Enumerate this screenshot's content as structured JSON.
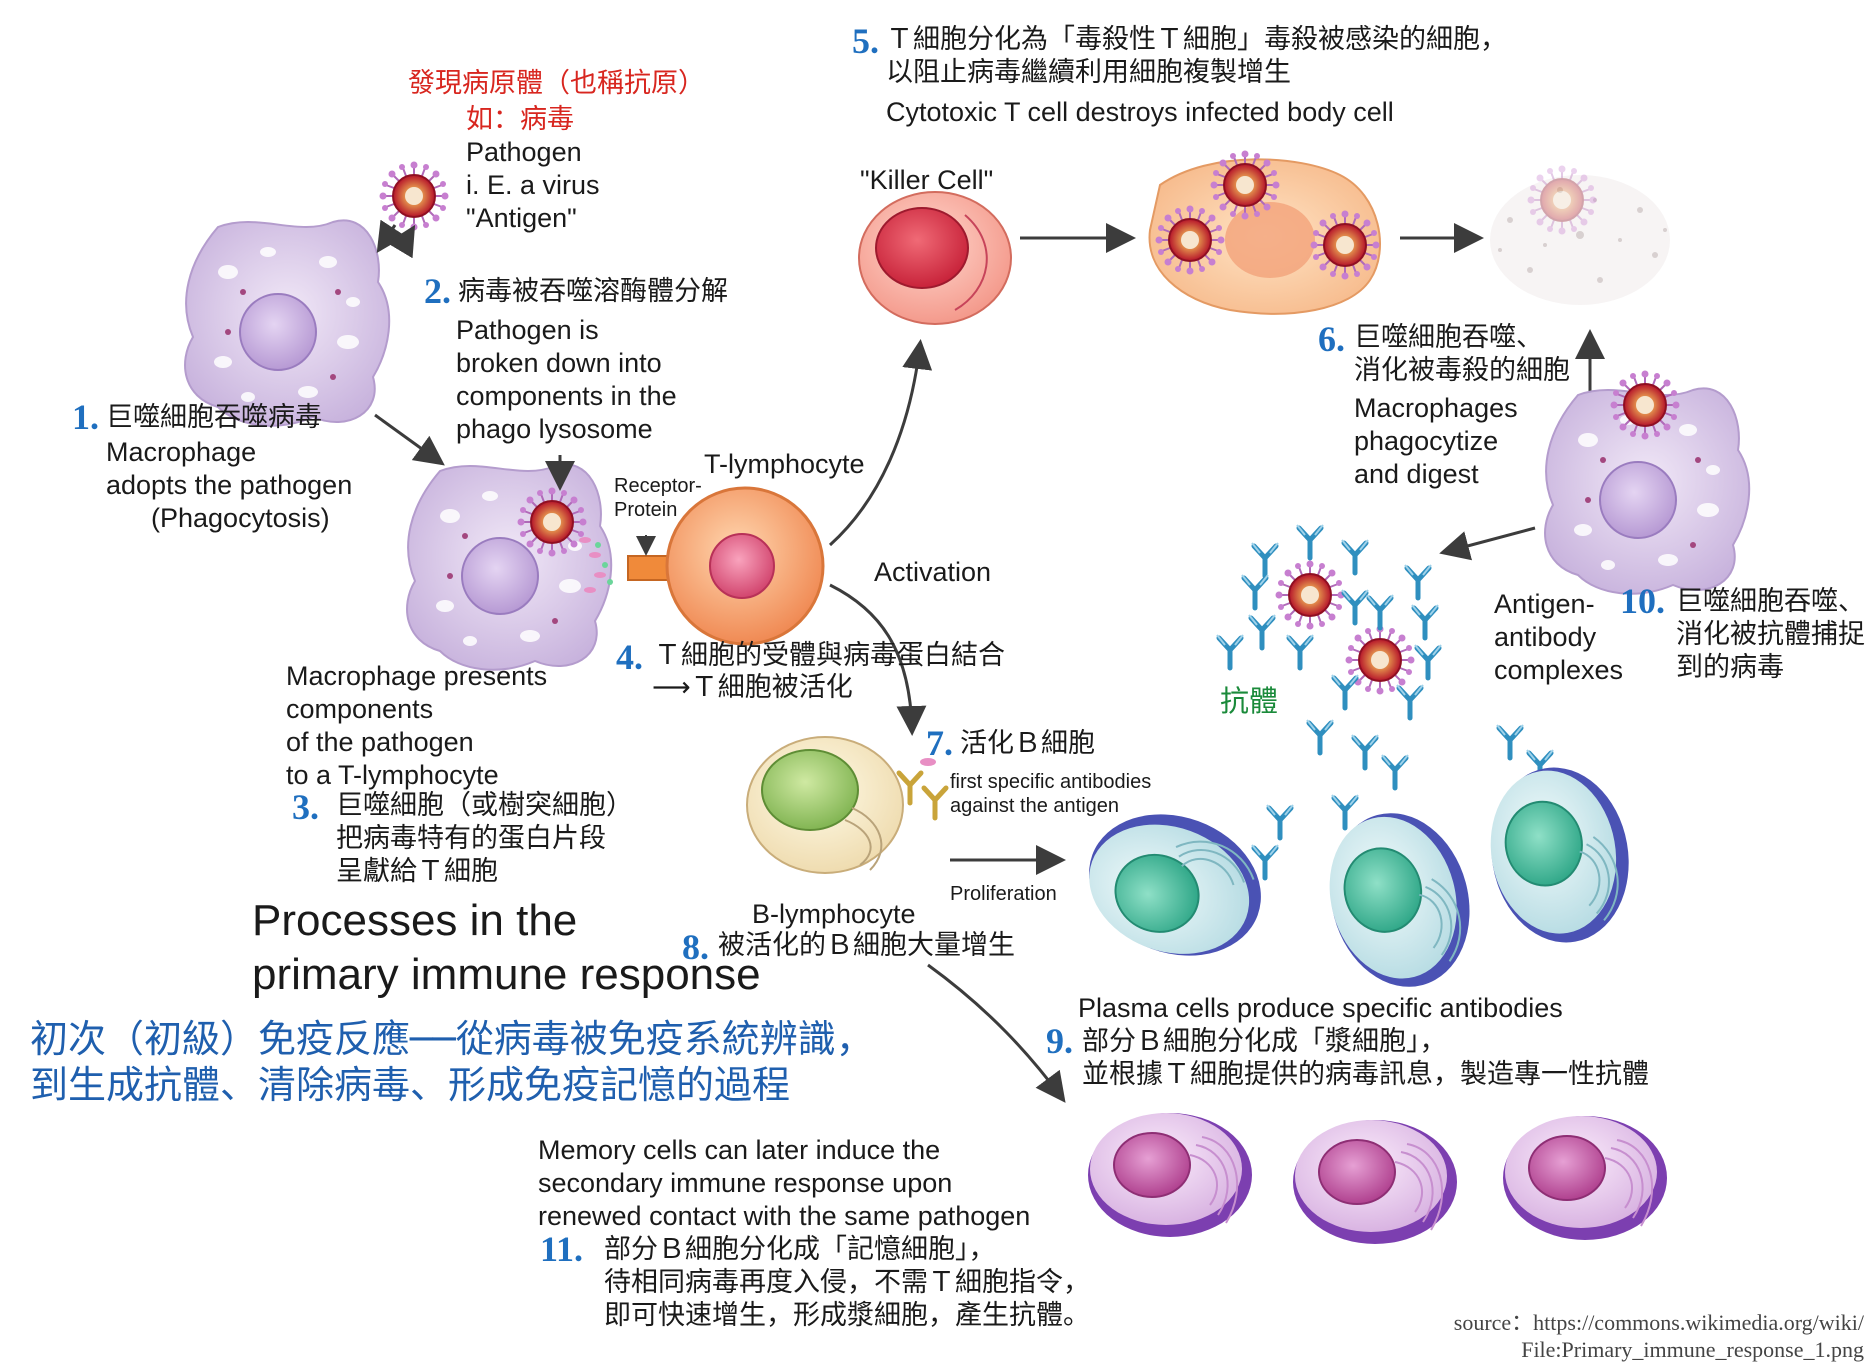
{
  "labels": {
    "pathogen_zh_1": "發現病原體（也稱抗原）",
    "pathogen_zh_2": "如：病毒",
    "pathogen_en": "Pathogen\ni. E. a virus\n\"Antigen\"",
    "step1_num": "1.",
    "step1_zh": "巨噬細胞吞噬病毒",
    "step1_en": "Macrophage\nadopts the pathogen\n      (Phagocytosis)",
    "step2_num": "2.",
    "step2_zh": "病毒被吞噬溶酶體分解",
    "step2_en": "Pathogen is\nbroken down into\ncomponents in the\nphago lysosome",
    "receptor": "Receptor-\nProtein",
    "t_lymphocyte": "T-lymphocyte",
    "activation": "Activation",
    "step3_en": "Macrophage presents\ncomponents\nof the pathogen\nto a T-lymphocyte",
    "step3_num": "3.",
    "step3_zh": "巨噬細胞（或樹突細胞）\n把病毒特有的蛋白片段\n呈獻給Ｔ細胞",
    "step4_num": "4.",
    "step4_zh_1": "Ｔ細胞的受體與病毒蛋白結合",
    "step4_zh_2": "⟶Ｔ細胞被活化",
    "step5_num": "5.",
    "step5_zh": "Ｔ細胞分化為「毒殺性Ｔ細胞」毒殺被感染的細胞，\n以阻止病毒繼續利用細胞複製增生",
    "step5_en": "Cytotoxic T cell destroys infected body cell",
    "killer_cell": "\"Killer Cell\"",
    "step6_num": "6.",
    "step6_zh": "巨噬細胞吞噬、\n消化被毒殺的細胞",
    "step6_en": "Macrophages\nphagocytize\nand digest",
    "step7_num": "7.",
    "step7_zh": "活化Ｂ細胞",
    "step7_en": "first specific antibodies\nagainst the antigen",
    "b_lymphocyte": "B-lymphocyte",
    "step8_num": "8.",
    "step8_zh": "被活化的Ｂ細胞大量增生",
    "proliferation": "Proliferation",
    "antibody_zh": "抗體",
    "complexes_en": "Antigen-\nantibody\ncomplexes",
    "step10_num": "10.",
    "step10_zh": "巨噬細胞吞噬、\n消化被抗體捕捉\n到的病毒",
    "plasma_en": "Plasma cells produce specific antibodies",
    "step9_num": "9.",
    "step9_zh": "部分Ｂ細胞分化成「漿細胞」，\n並根據Ｔ細胞提供的病毒訊息，製造專一性抗體",
    "title_en": "Processes in the\nprimary immune response",
    "title_zh": "初次（初級）免疫反應──從病毒被免疫系統辨識，\n到生成抗體、清除病毒、形成免疫記憶的過程",
    "memory_en": "Memory cells can later induce the\nsecondary immune response upon\nrenewed contact with the same pathogen",
    "step11_num": "11.",
    "step11_zh": "部分Ｂ細胞分化成「記憶細胞」，\n待相同病毒再度入侵，不需Ｔ細胞指令，\n即可快速增生，形成漿細胞，產生抗體。",
    "source": "source：https://commons.wikimedia.org/wiki/\nFile:Primary_immune_response_1.png"
  },
  "colors": {
    "step_number": "#1f6fbf",
    "highlight_red": "#d8261f",
    "antibody_green": "#1a8a3a",
    "heading_blue": "#1f5fae"
  }
}
